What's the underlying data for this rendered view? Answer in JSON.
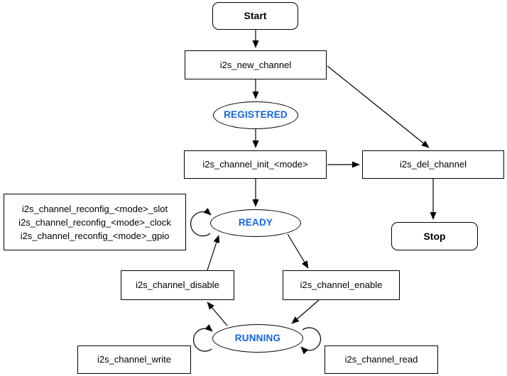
{
  "diagram": {
    "type": "state-flowchart",
    "colors": {
      "state_text": "#1366D6",
      "stroke": "#000000",
      "node_fill": "#FFFFFF",
      "background": "#FFFFFF"
    },
    "nodes": {
      "start": {
        "label": "Start"
      },
      "new_channel": {
        "label": "i2s_new_channel"
      },
      "registered": {
        "label": "REGISTERED"
      },
      "init": {
        "label": "i2s_channel_init_<mode>"
      },
      "del_channel": {
        "label": "i2s_del_channel"
      },
      "stop": {
        "label": "Stop"
      },
      "reconfig": {
        "lines": [
          "i2s_channel_reconfig_<mode>_slot",
          "i2s_channel_reconfig_<mode>_clock",
          "i2s_channel_reconfig_<mode>_gpio"
        ]
      },
      "ready": {
        "label": "READY"
      },
      "disable": {
        "label": "i2s_channel_disable"
      },
      "enable": {
        "label": "i2s_channel_enable"
      },
      "running": {
        "label": "RUNNING"
      },
      "write": {
        "label": "i2s_channel_write"
      },
      "read": {
        "label": "i2s_channel_read"
      }
    }
  }
}
